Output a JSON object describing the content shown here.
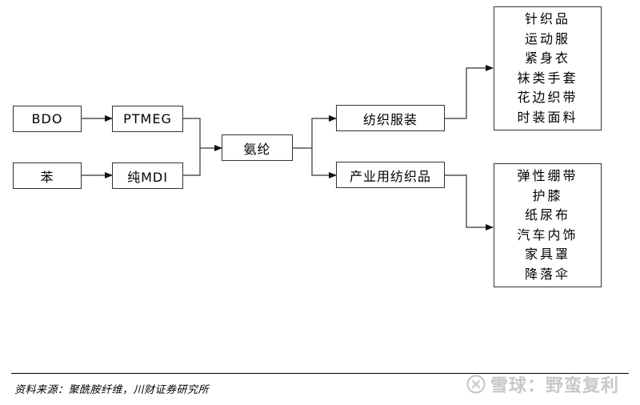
{
  "nodes": {
    "bdo": "BDO",
    "benzene": "苯",
    "ptmeg": "PTMEG",
    "pure_mdi": "纯MDI",
    "spandex": "氨纶",
    "textile_apparel": "纺织服装",
    "industrial_textiles": "产业用纺织品"
  },
  "apparel_uses": [
    "针织品",
    "运动服",
    "紧身衣",
    "袜类手套",
    "花边织带",
    "时装面料"
  ],
  "industrial_uses": [
    "弹性绷带",
    "护膝",
    "纸尿布",
    "汽车内饰",
    "家具罩",
    "降落伞"
  ],
  "footer": {
    "source": "资料来源：聚酰胺纤维，川财证券研究所",
    "watermark": "雪球：野蛮复利"
  },
  "colors": {
    "line": "#333333",
    "watermark": "#c8c8c8"
  }
}
